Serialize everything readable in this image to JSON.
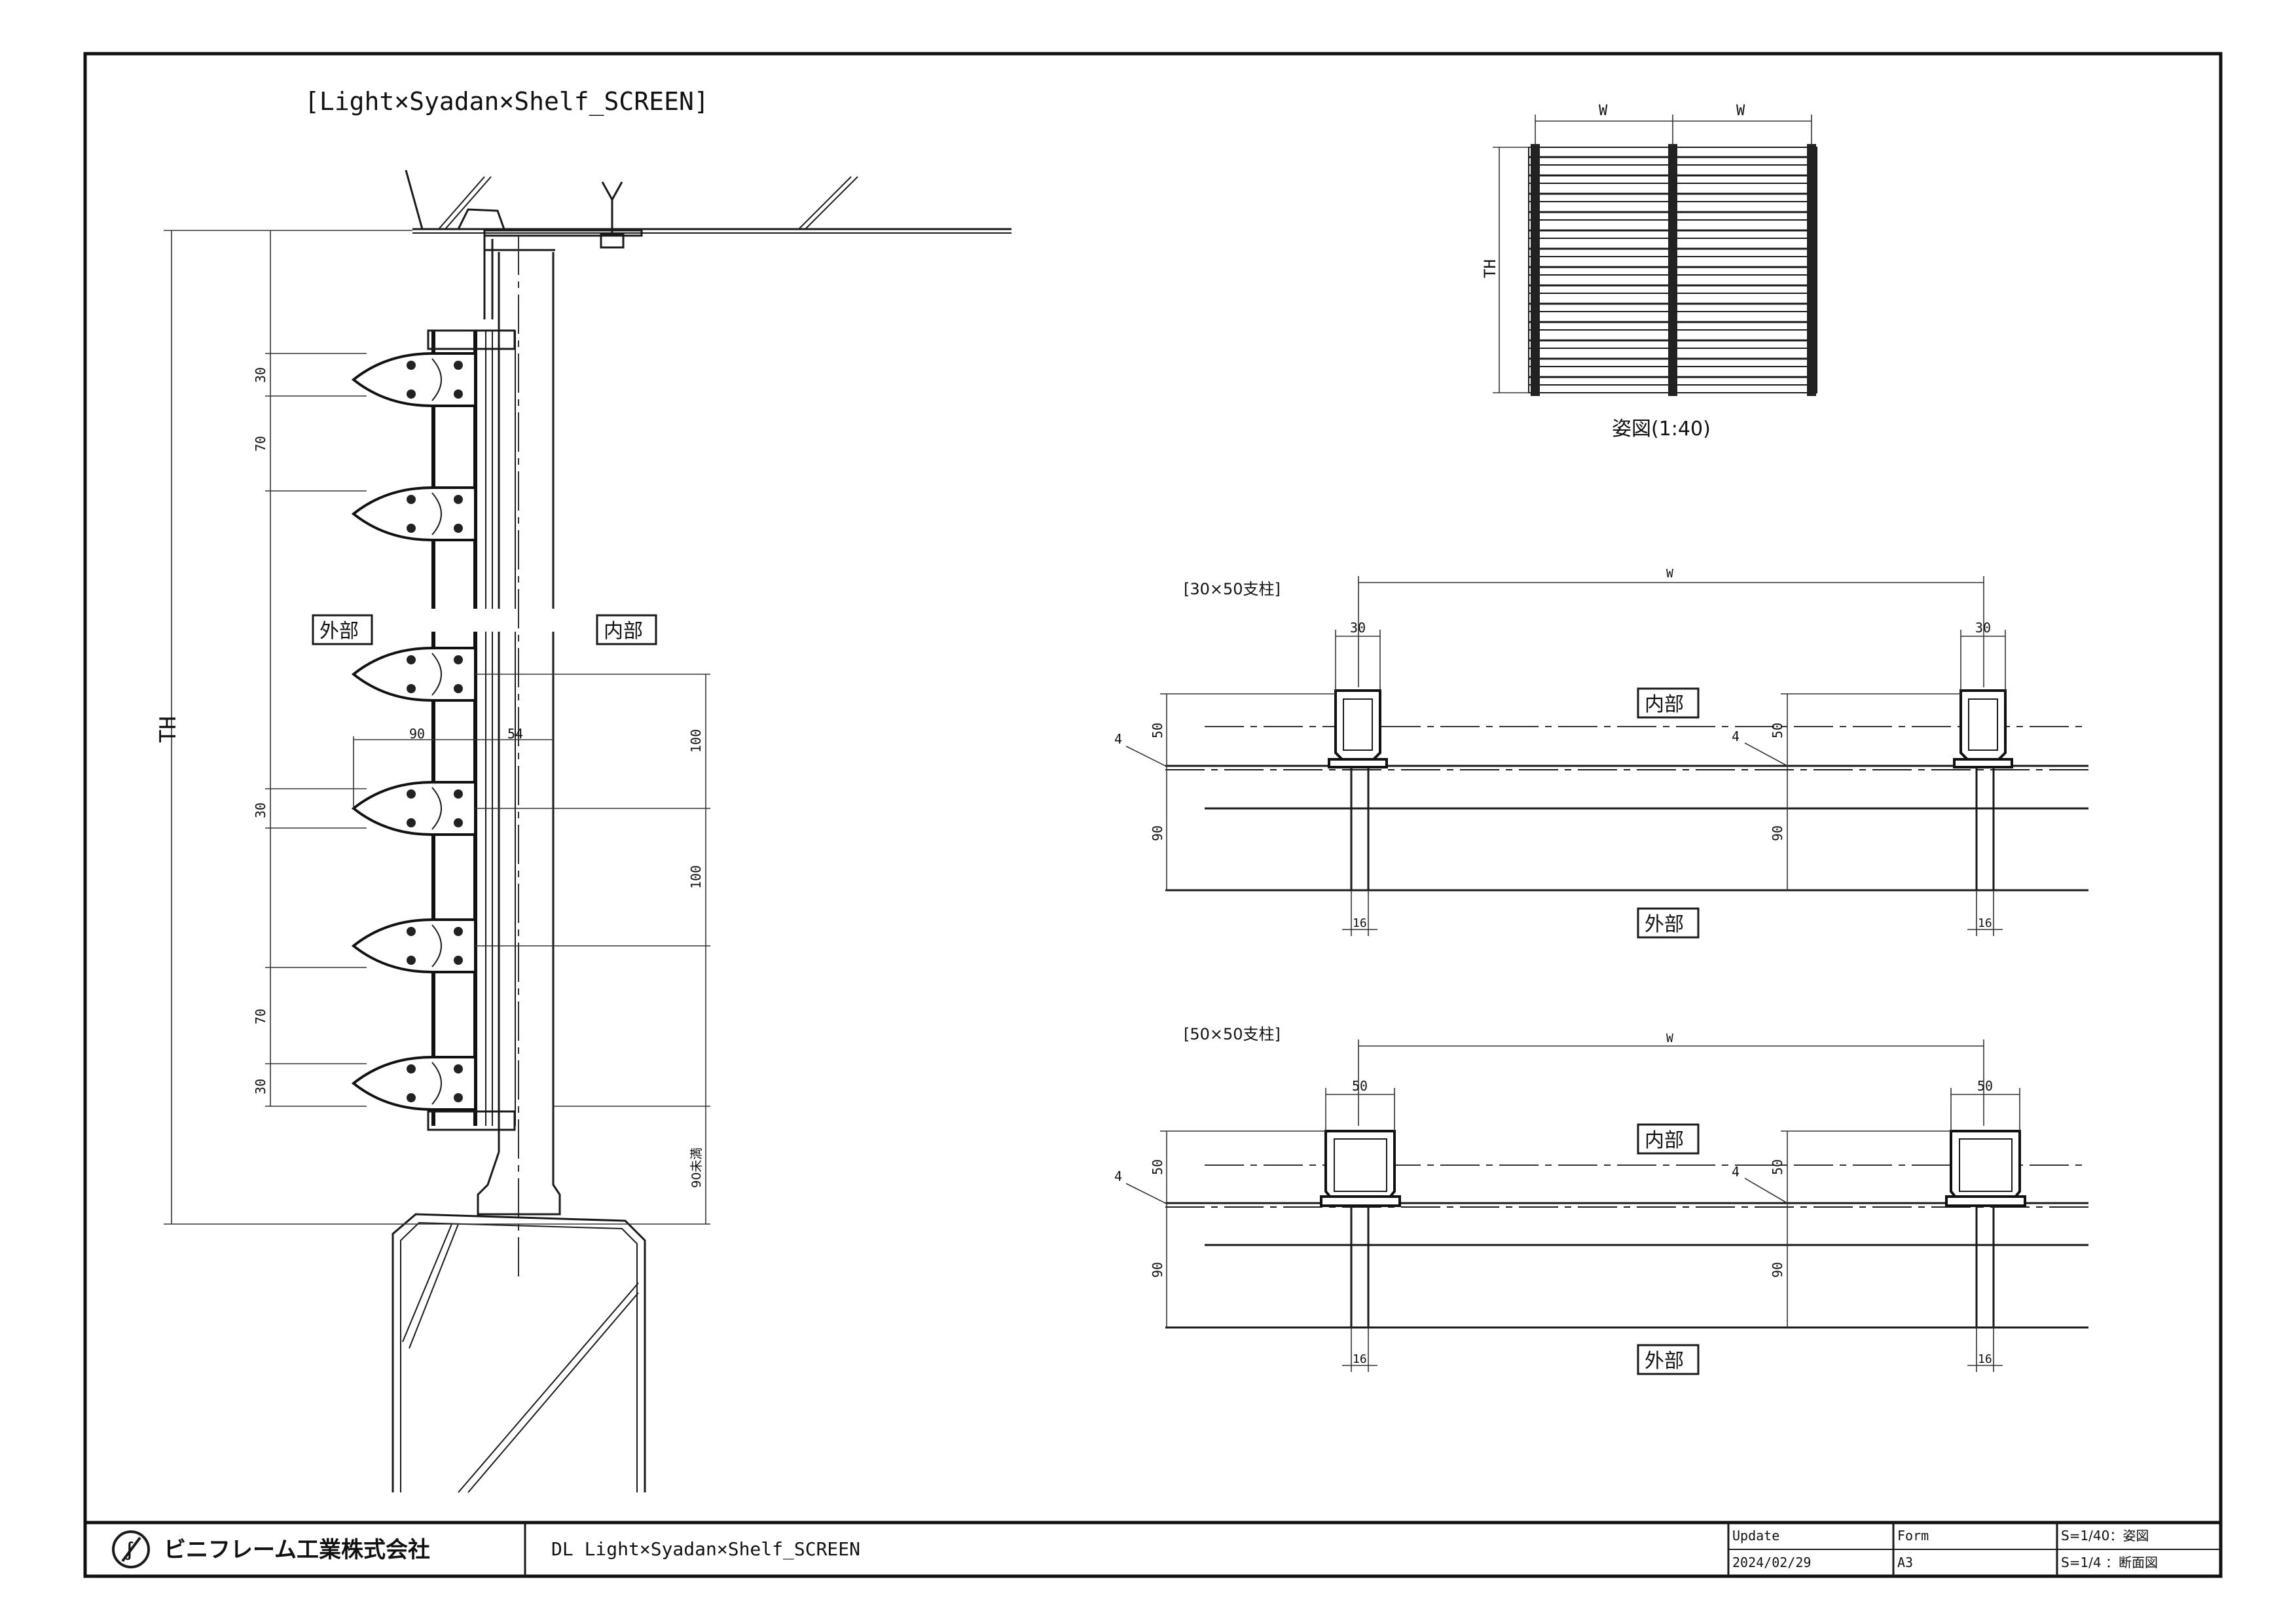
{
  "drawing_title": "[Light×Syadan×Shelf_SCREEN]",
  "section_labels": {
    "exterior": "外部",
    "interior": "内部"
  },
  "side_section_dims": {
    "total_height": "TH",
    "dim_30_top": "30",
    "dim_70_top": "70",
    "dim_90": "90",
    "dim_54": "54",
    "dim_30_mid": "30",
    "dim_70_bottom": "70",
    "dim_30_bottom": "30",
    "dim_100_a": "100",
    "dim_100_b": "100",
    "dim_90_under": "90未満"
  },
  "elevation": {
    "caption": "姿図(1:40)",
    "w_left": "W",
    "w_right": "W",
    "th": "TH"
  },
  "plan_30x50": {
    "label": "[30×50支柱]",
    "w": "W",
    "post_w_left": "30",
    "post_w_right": "30",
    "h50_left": "50",
    "h50_right": "50",
    "h90_left": "90",
    "h90_right": "90",
    "t4_left": "4",
    "t4_right": "4",
    "fin_left": "16",
    "fin_right": "16",
    "interior": "内部",
    "exterior": "外部"
  },
  "plan_50x50": {
    "label": "[50×50支柱]",
    "w": "W",
    "post_w_left": "50",
    "post_w_right": "50",
    "h50_left": "50",
    "h50_right": "50",
    "h90_left": "90",
    "h90_right": "90",
    "t4_left": "4",
    "t4_right": "4",
    "fin_left": "16",
    "fin_right": "16",
    "interior": "内部",
    "exterior": "外部"
  },
  "title_block": {
    "company": "ビニフレーム工業株式会社",
    "drawing_name": "DL Light×Syadan×Shelf_SCREEN",
    "update_label": "Update",
    "update_value": "2024/02/29",
    "form_label": "Form",
    "form_value": "A3",
    "scale_1": "S=1/40：姿図",
    "scale_2": "S=1/4 ：断面図"
  }
}
